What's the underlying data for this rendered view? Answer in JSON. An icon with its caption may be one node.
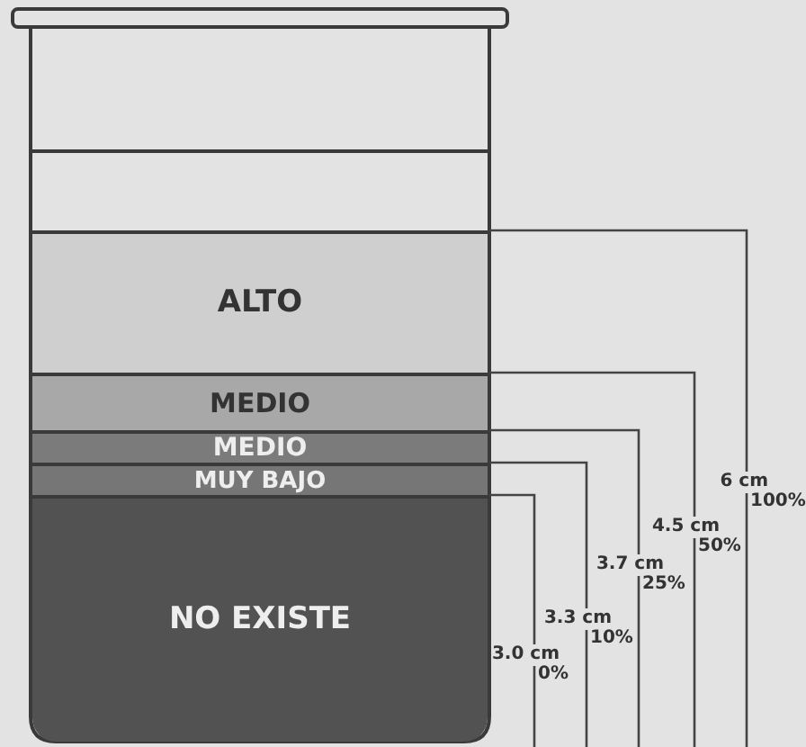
{
  "diagram": {
    "nodes": [
      {
        "text": [
          "ALTO"
        ]
      },
      {
        "text": [
          "MEDIO"
        ]
      },
      {
        "text": [
          "MEDIO"
        ]
      },
      {
        "text": [
          "MUY BAJO"
        ]
      },
      {
        "text": [
          "NO EXISTE"
        ]
      }
    ],
    "labels": [
      "6 cm",
      "100%",
      "4.5 cm",
      "50%",
      "3.7 cm",
      "25%",
      "3.3 cm",
      "10%",
      "3.0 cm",
      "0%"
    ]
  }
}
